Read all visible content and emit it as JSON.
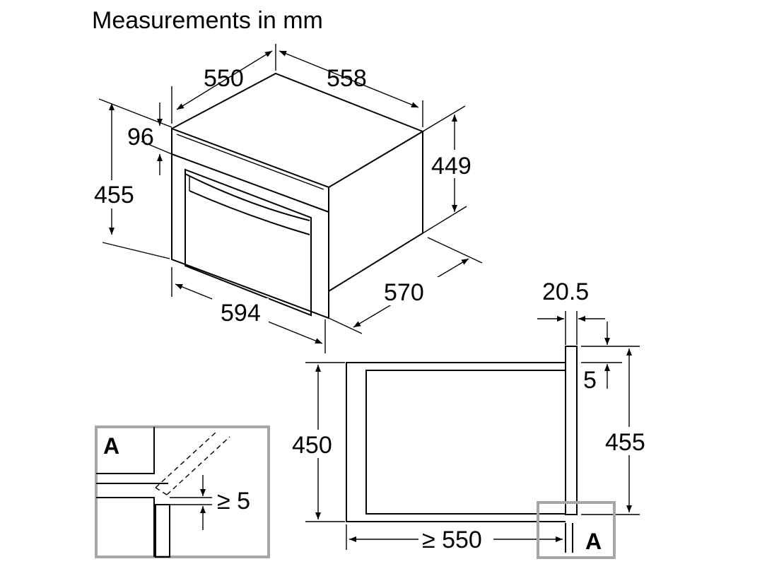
{
  "title": "Measurements in mm",
  "appliance": {
    "width_top": "550",
    "depth_top": "558",
    "panel_height": "96",
    "total_height": "455",
    "side_height": "449",
    "front_width": "594",
    "total_depth": "570"
  },
  "niche": {
    "front_panel": "20.5",
    "top_offset": "5",
    "niche_height": "450",
    "front_height": "455",
    "niche_depth": "≥ 550",
    "detail_ref": "A"
  },
  "detail": {
    "label": "A",
    "gap": "≥ 5"
  },
  "colors": {
    "line": "#000000",
    "detail_frame": "#a6a6a6",
    "background": "#ffffff"
  }
}
